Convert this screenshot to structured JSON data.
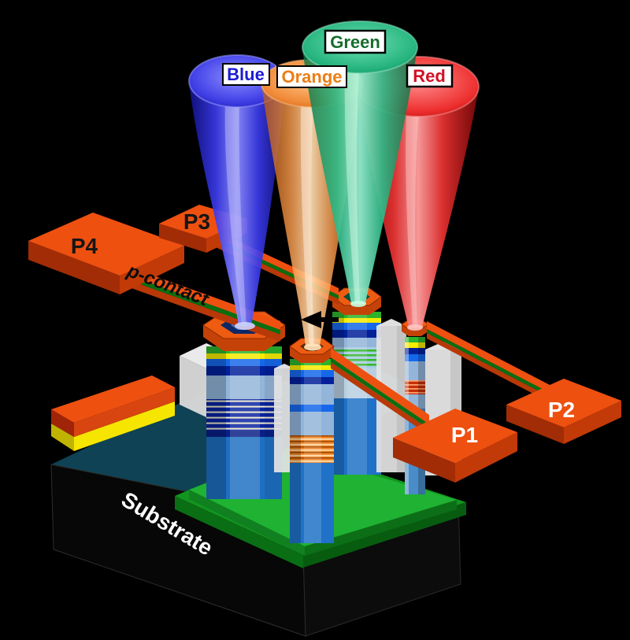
{
  "scene": {
    "description": "3D schematic of four micro-pillar LEDs on one substrate emitting four light cones",
    "background": "#000000",
    "cones": [
      {
        "id": "blue",
        "label": "Blue",
        "label_color": "#1c1cd0",
        "beam_color": "#3a3af0"
      },
      {
        "id": "orange",
        "label": "Orange",
        "label_color": "#ec7d16",
        "beam_color": "#f59a4e"
      },
      {
        "id": "green",
        "label": "Green",
        "label_color": "#156e2d",
        "beam_color": "#21b47e"
      },
      {
        "id": "red",
        "label": "Red",
        "label_color": "#d31124",
        "beam_color": "#ee2a2a"
      }
    ],
    "pads": [
      {
        "id": "p1",
        "label": "P1",
        "text_color": "#ffffff"
      },
      {
        "id": "p2",
        "label": "P2",
        "text_color": "#ffffff"
      },
      {
        "id": "p3",
        "label": "P3",
        "text_color": "#161616"
      },
      {
        "id": "p4",
        "label": "P4",
        "text_color": "#161616"
      }
    ],
    "annotations": {
      "p_contact": "p-contact",
      "substrate": "Substrate"
    },
    "materials": {
      "metal_top": "#ee5010",
      "metal_side": "#b23406",
      "trace_underlayer_green": "#0b6e10",
      "substrate_top_teal": "#0e4254",
      "substrate_black": "#080808",
      "gan_template_green": "#1fb233",
      "pillar_body_blue": "#93b5da",
      "pillar_base_blue": "#1e6fc2",
      "cap_green": "#2cb32c",
      "cap_yellow": "#f5ea00",
      "cap_blue": "#1668ea",
      "cap_navy": "#02209a",
      "mesa_yellow": "#f5e500",
      "passivation_white": "#ececec"
    },
    "icons": [
      "arrow-left-icon",
      "arrow-left-icon"
    ]
  }
}
